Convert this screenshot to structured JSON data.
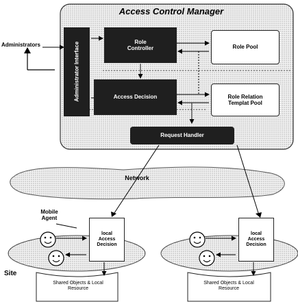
{
  "access_control_manager": {
    "title": "Access Control Manager",
    "admin_interface": "Administrator Interface",
    "role_controller": "Role Controller",
    "access_decision": "Access Decision",
    "role_pool": "Role Pool",
    "role_relation_pool": "Role Relation Templat Pool",
    "request_handler": "Request Handler"
  },
  "administrators": "Administrators",
  "network": "Network",
  "mobile_agent": "Mobile Agent",
  "site": "Site",
  "sites": [
    {
      "local_access_decision": "local Access Decision",
      "shared_resources": "Shared Objects & Local Resource"
    },
    {
      "local_access_decision": "local Access Decision",
      "shared_resources": "Shared Objects & Local Resource"
    }
  ]
}
